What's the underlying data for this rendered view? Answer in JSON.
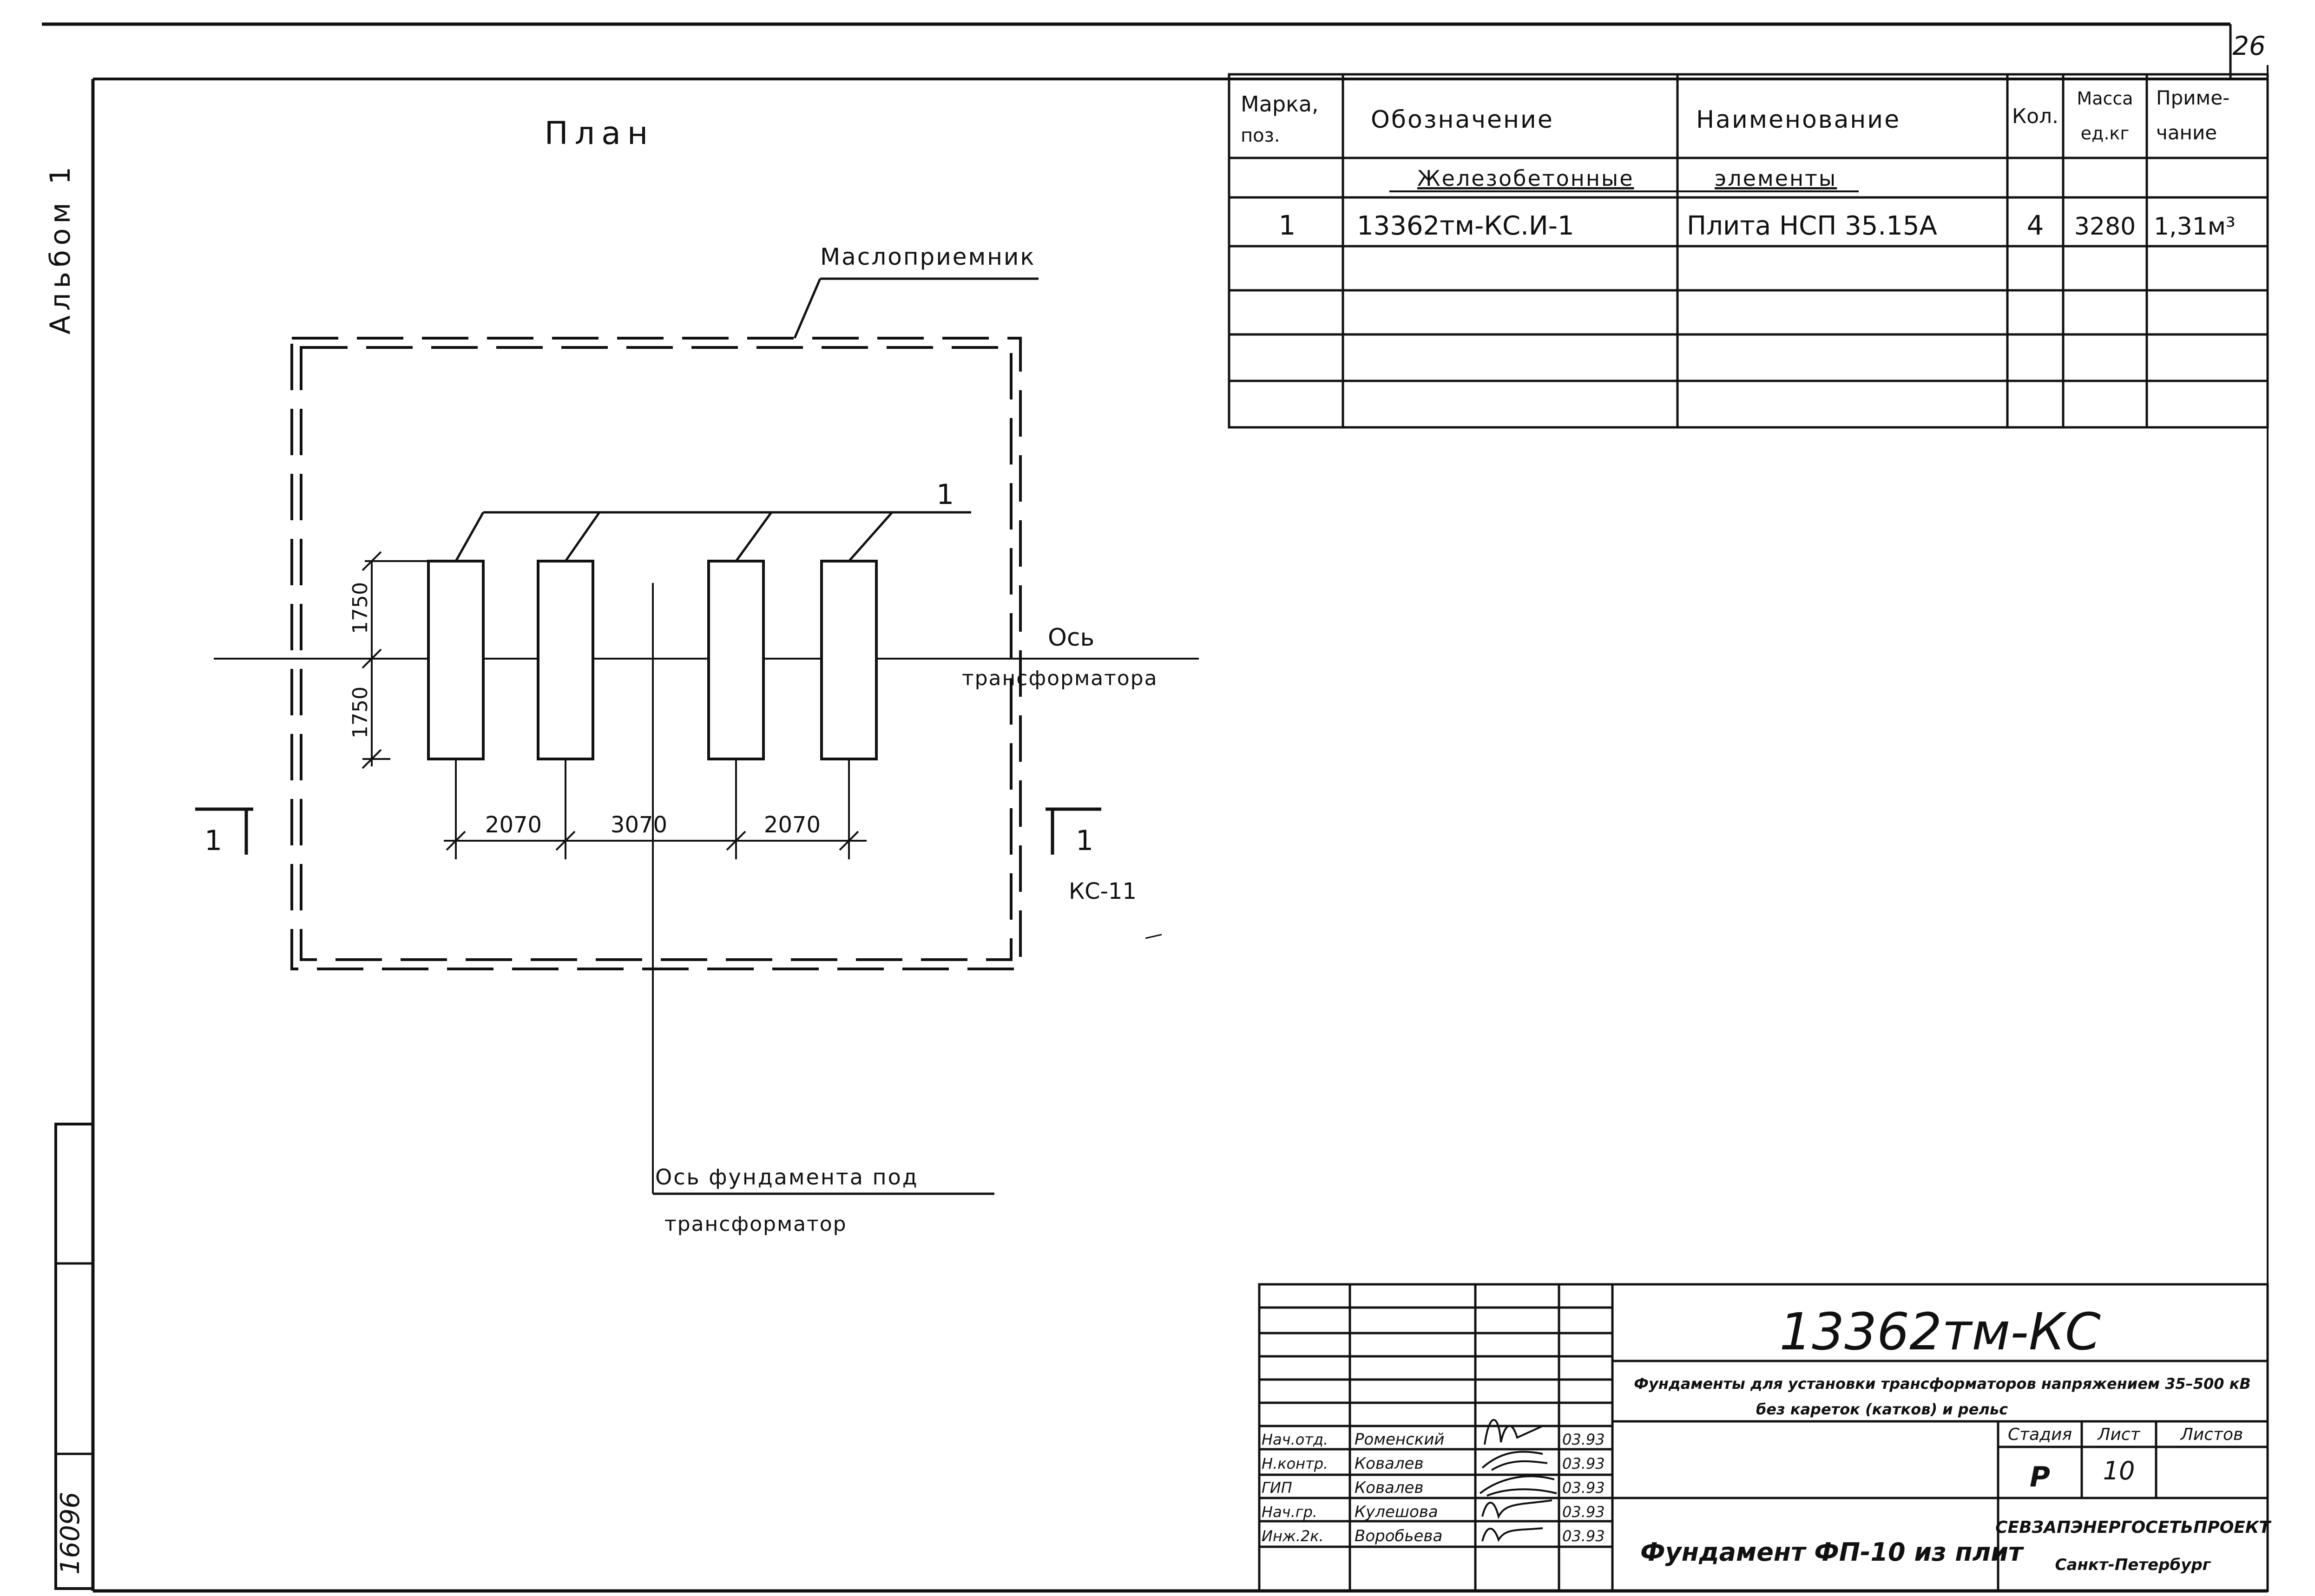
{
  "sheet": {
    "page_number": "26",
    "album": "Альбом 1",
    "inventory_number": "16096"
  },
  "plan": {
    "title": "План",
    "oil_receiver_label": "Маслоприемник",
    "position_callout": "1",
    "axis_label_line1": "Ось",
    "axis_label_line2": "трансформатора",
    "foundation_axis_line1": "Ось фундамента под",
    "foundation_axis_line2": "трансформатор",
    "dim_vertical_top": "1750",
    "dim_vertical_bottom": "1750",
    "dim_h1": "2070",
    "dim_h2": "3070",
    "dim_h3": "2070",
    "section_left": "1",
    "section_right": "1",
    "section_ref": "КС-11"
  },
  "spec": {
    "headers": {
      "mark_l1": "Марка,",
      "mark_l2": "поз.",
      "designation": "Обозначение",
      "name": "Наименование",
      "qty": "Кол.",
      "mass_l1": "Масса",
      "mass_l2": "ед.кг",
      "note_l1": "Приме-",
      "note_l2": "чание"
    },
    "group_title_a": "Железобетонные",
    "group_title_b": "элементы",
    "rows": [
      {
        "mark": "1",
        "designation": "13362тм-КС.И-1",
        "name": "Плита НСП 35.15А",
        "qty": "4",
        "mass": "3280",
        "note": "1,31м³"
      }
    ]
  },
  "title_block": {
    "code": "13362тм-КС",
    "project_line1": "Фундаменты для установки трансформаторов напряжением 35–500 кВ",
    "project_line2": "без кареток (катков) и рельс",
    "drawing_title": "Фундамент ФП-10 из плит",
    "stage_header": "Стадия",
    "sheet_header": "Лист",
    "sheets_header": "Листов",
    "stage_value": "Р",
    "sheet_value": "10",
    "org_name": "СЕВЗАПЭНЕРГОСЕТЬПРОЕКТ",
    "org_city": "Санкт-Петербург",
    "staff": [
      {
        "role": "Нач.отд.",
        "name": "Роменский",
        "date": "03.93"
      },
      {
        "role": "Н.контр.",
        "name": "Ковалев",
        "date": "03.93"
      },
      {
        "role": "ГИП",
        "name": "Ковалев",
        "date": "03.93"
      },
      {
        "role": "Нач.гр.",
        "name": "Кулешова",
        "date": "03.93"
      },
      {
        "role": "Инж.2к.",
        "name": "Воробьева",
        "date": "03.93"
      }
    ]
  }
}
